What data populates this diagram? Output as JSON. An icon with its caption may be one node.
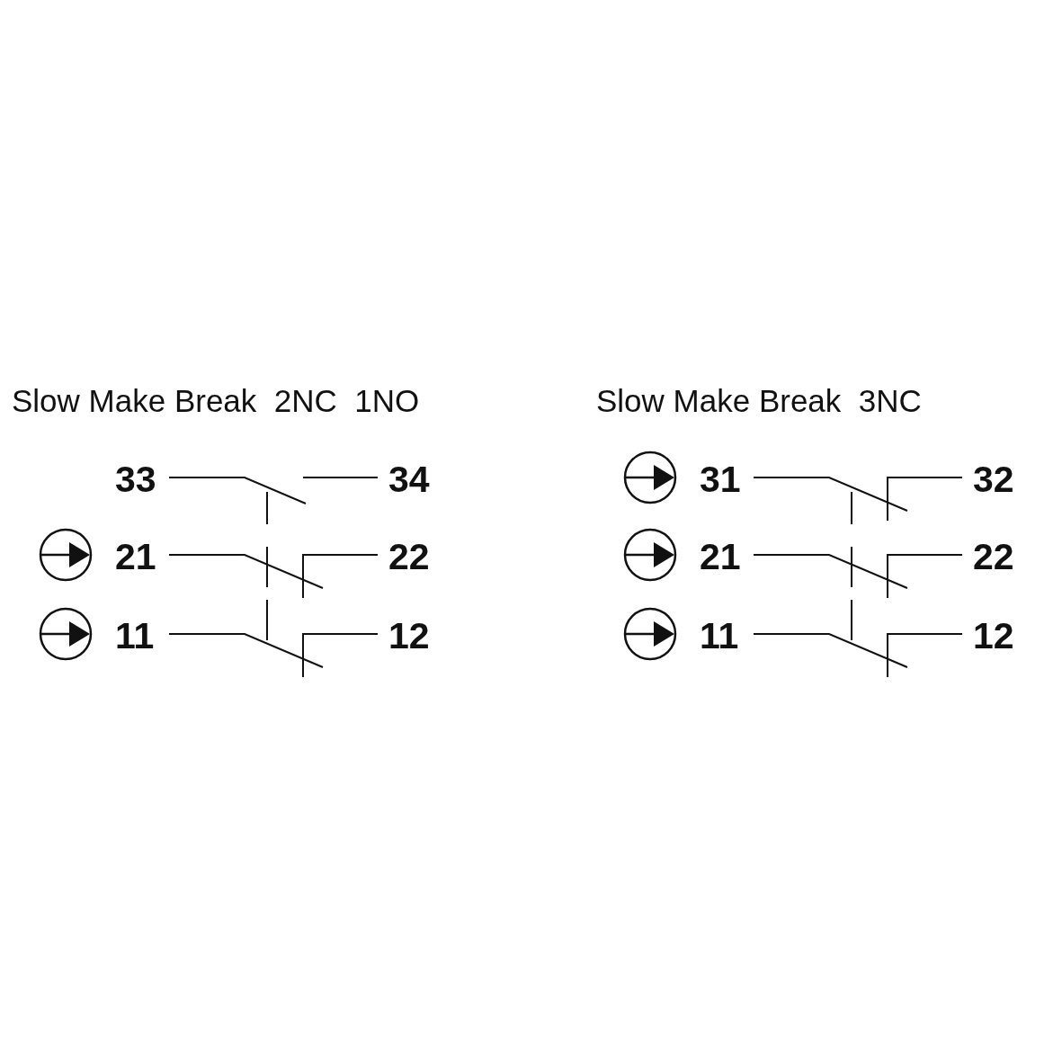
{
  "diagram": {
    "labels": [
      "Slow Make Break  2NC  1NO",
      "33",
      "34",
      "21",
      "22",
      "11",
      "12",
      "Slow Make Break  3NC",
      "31",
      "32",
      "21",
      "22",
      "11",
      "12"
    ]
  }
}
